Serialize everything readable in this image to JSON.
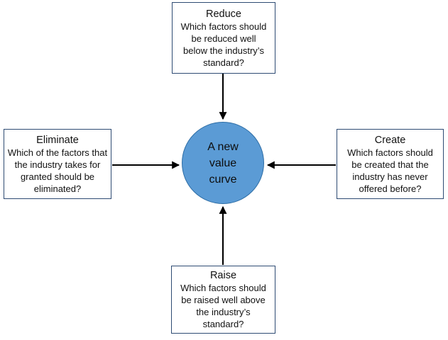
{
  "diagram": {
    "type": "four-actions-framework",
    "center": {
      "label": "A new\nvalue\ncurve",
      "line1": "A new",
      "line2": "value",
      "line3": "curve",
      "fill_color": "#5B9BD5",
      "border_color": "#2E6EA6"
    },
    "box_border_color": "#2E4B73",
    "background_color": "#FFFFFF",
    "arrow_color": "#000000",
    "nodes": [
      {
        "id": "reduce",
        "position": "top",
        "title": "Reduce",
        "lines": [
          "Which factors should",
          "be reduced well",
          "below the industry’s",
          "standard?"
        ],
        "arrow_direction": "down-to-center"
      },
      {
        "id": "eliminate",
        "position": "left",
        "title": "Eliminate",
        "lines": [
          "Which of the factors that",
          "the industry takes for",
          "granted should be",
          "eliminated?"
        ],
        "arrow_direction": "right-to-center"
      },
      {
        "id": "create",
        "position": "right",
        "title": "Create",
        "lines": [
          "Which factors should",
          "be created that the",
          "industry has never",
          "offered before?"
        ],
        "arrow_direction": "left-to-center"
      },
      {
        "id": "raise",
        "position": "bottom",
        "title": "Raise",
        "lines": [
          "Which factors should",
          "be raised well above",
          "the industry’s",
          "standard?"
        ],
        "arrow_direction": "up-to-center"
      }
    ]
  }
}
